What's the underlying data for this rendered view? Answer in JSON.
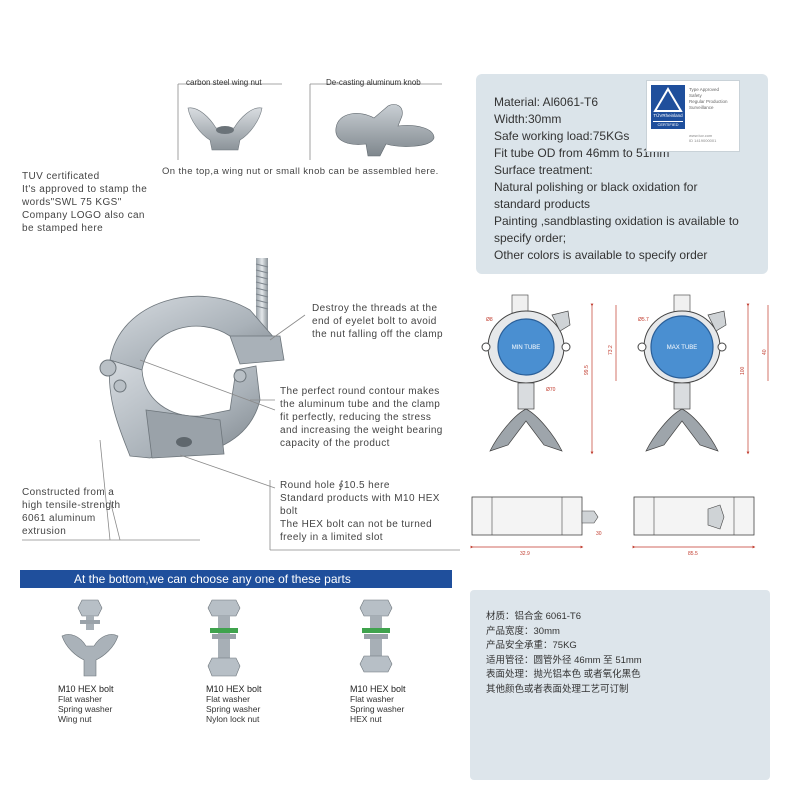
{
  "top_parts": {
    "wing_nut_label": "carbon steel wing nut",
    "knob_label": "De-casting aluminum knob",
    "caption": "On the top,a wing nut or small knob can be assembled here."
  },
  "tuv_note": {
    "lines": [
      "TUV certificated",
      "It's approved to stamp the",
      "words\"SWL 75 KGS\"",
      "Company LOGO also can",
      "be stamped here"
    ]
  },
  "callouts": {
    "destroy_threads": [
      "Destroy the threads at the",
      "end of eyelet bolt to avoid",
      "the nut falling off the clamp"
    ],
    "round_contour": [
      "The perfect round contour makes",
      "the aluminum tube and the clamp",
      "fit perfectly, reducing the stress",
      "and increasing the weight bearing",
      "capacity of the product"
    ],
    "round_hole": [
      "Round hole ∮10.5 here",
      "Standard products with M10 HEX",
      "bolt",
      "The HEX bolt can not be turned",
      "freely in a limited slot"
    ],
    "construction": [
      "Constructed from a",
      "high tensile-strength",
      "6061 aluminum",
      "extrusion"
    ]
  },
  "specs": {
    "lines": [
      "Material: Al6061-T6",
      "Width:30mm",
      "Safe working load:75KGs",
      "Fit tube OD from 46mm to 51mm",
      "Surface treatment:",
      "Natural polishing  or black oxidation for",
      "standard products",
      "Painting ,sandblasting oxidation is available to",
      "specify order;",
      "Other colors is available to specify order"
    ],
    "cert": {
      "lines": [
        "Type Approved",
        "Safety",
        "Regular Production",
        "Surveillance"
      ],
      "brand": "TÜVRheinland",
      "stamp": "CERTIFIED",
      "footer": [
        "www.tuv.com",
        "ID 1419000001"
      ]
    }
  },
  "drawings": {
    "tube_label_1": "MIN TUBE",
    "tube_label_2": "MAX TUBE",
    "dims": [
      "Ø8",
      "Ø70",
      "73.2",
      "99.5",
      "100",
      "40",
      "Ø5.7",
      "30",
      "32.9",
      "85.5"
    ]
  },
  "banner": {
    "text": "At the bottom,we can choose any one of these parts"
  },
  "bottom_parts": [
    {
      "lines": [
        "M10 HEX bolt",
        "Flat washer",
        "Spring washer",
        "Wing nut"
      ]
    },
    {
      "lines": [
        "M10 HEX bolt",
        "Flat washer",
        "Spring washer",
        "Nylon lock nut"
      ]
    },
    {
      "lines": [
        "M10 HEX bolt",
        "Flat washer",
        "Spring washer",
        "HEX nut"
      ]
    }
  ],
  "chinese_specs": {
    "lines": [
      "材质：铝合金 6061-T6",
      "产品宽度：30mm",
      "产品安全承重：75KG",
      "适用管径：圆管外径 46mm 至 51mm",
      "表面处理：抛光铝本色  或者氧化黑色",
      "其他颜色或者表面处理工艺可订制"
    ]
  },
  "colors": {
    "banner": "#1f4f9c",
    "spec_box": "#dbe4ea",
    "metal": "#b7bfc6"
  }
}
